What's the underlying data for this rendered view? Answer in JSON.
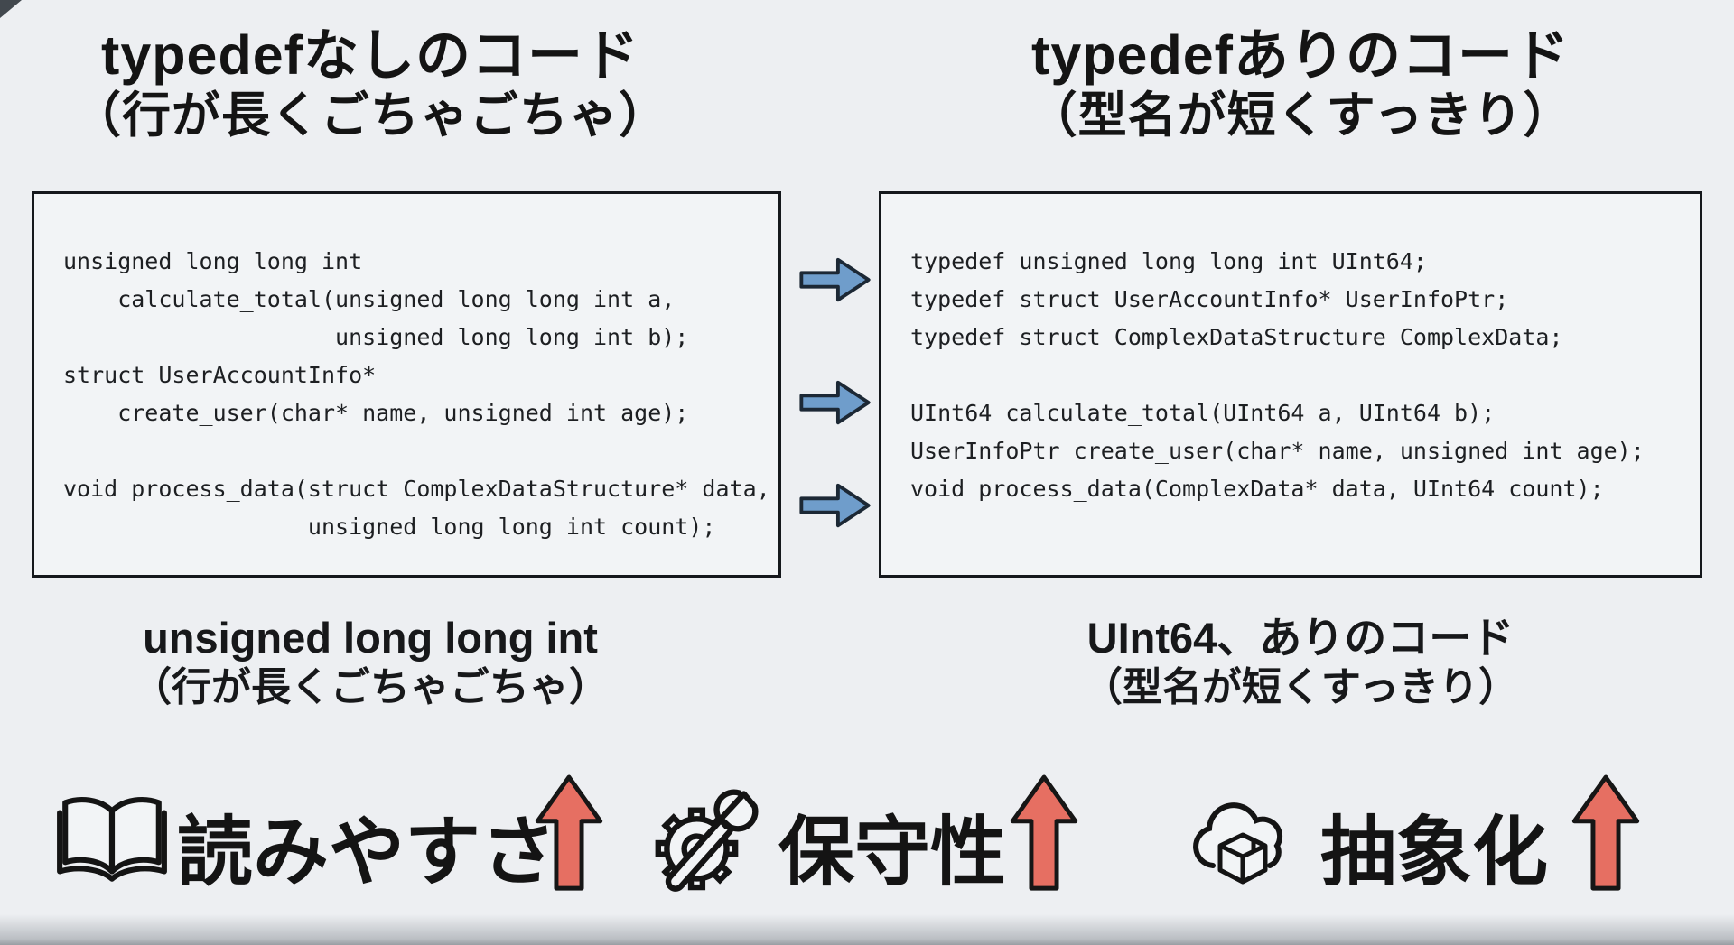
{
  "left": {
    "title_line1": "typedefなしのコード",
    "title_line2": "（行が長くごちゃごちゃ）",
    "code_lines": [
      "unsigned long long int",
      "    calculate_total(unsigned long long int a,",
      "                    unsigned long long int b);",
      "struct UserAccountInfo*",
      "    create_user(char* name, unsigned int age);",
      "",
      "void process_data(struct ComplexDataStructure* data,",
      "                  unsigned long long int count);"
    ],
    "caption_line1": "unsigned long long int",
    "caption_line2": "（行が長くごちゃごちゃ）"
  },
  "right": {
    "title_line1": "typedefありのコード",
    "title_line2": "（型名が短くすっきり）",
    "code_lines": [
      "typedef unsigned long long int UInt64;",
      "typedef struct UserAccountInfo* UserInfoPtr;",
      "typedef struct ComplexDataStructure ComplexData;",
      "",
      "UInt64 calculate_total(UInt64 a, UInt64 b);",
      "UserInfoPtr create_user(char* name, unsigned int age);",
      "void process_data(ComplexData* data, UInt64 count);"
    ],
    "caption_line1": "UInt64、ありのコード",
    "caption_line2": "（型名が短くすっきり）"
  },
  "benefits": [
    {
      "icon": "book-icon",
      "label": "読みやすさ"
    },
    {
      "icon": "gear-wrench-icon",
      "label": "保守性"
    },
    {
      "icon": "cloud-package-icon",
      "label": "抽象化"
    }
  ],
  "colors": {
    "background": "#edeff2",
    "box_fill": "#f2f4f6",
    "box_border": "#15181c",
    "blue_arrow": "#6f9dcb",
    "blue_arrow_stroke": "#1c2835",
    "red_arrow": "#e66f62",
    "red_arrow_stroke": "#161616"
  }
}
